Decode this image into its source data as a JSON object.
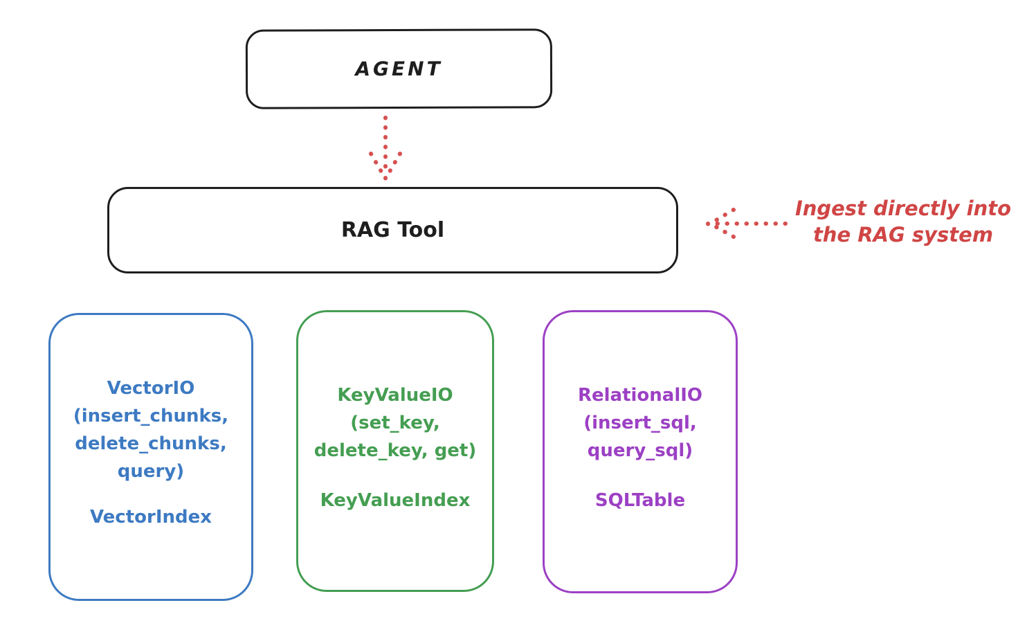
{
  "diagram": {
    "agent_box": {
      "label": "AGENT"
    },
    "rag_tool_box": {
      "label": "RAG Tool"
    },
    "annotation": {
      "line1": "Ingest directly into",
      "line2": "the RAG system"
    },
    "io_boxes": [
      {
        "name": "vector-io",
        "color": "#3d7ac2",
        "lines": [
          "VectorIO",
          "(insert_chunks,",
          "delete_chunks,",
          "query)"
        ],
        "index_label": "VectorIndex"
      },
      {
        "name": "keyvalue-io",
        "color": "#459e52",
        "lines": [
          "KeyValueIO",
          "(set_key,",
          "delete_key, get)"
        ],
        "index_label": "KeyValueIndex"
      },
      {
        "name": "relational-io",
        "color": "#9c40c4",
        "lines": [
          "RelationalIO",
          "(insert_sql,",
          "query_sql)"
        ],
        "index_label": "SQLTable"
      }
    ],
    "colors": {
      "stroke": "#1e1e1e",
      "red_accent": "#d04545",
      "background": "#ffffff"
    }
  }
}
